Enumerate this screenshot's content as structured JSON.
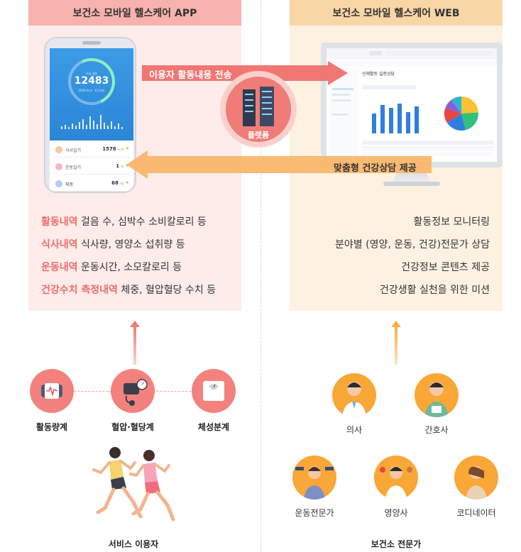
{
  "left_panel": {
    "title": "보건소 모바일 헬스케어 APP",
    "phone": {
      "ring_label": "오늘 걸음",
      "steps": "12483",
      "ring_sub": "2000 kcal · 8.3 km",
      "rows": [
        {
          "label": "식사일기",
          "value": "1576",
          "unit": "kcal",
          "icon_color": "#f8c9a0"
        },
        {
          "label": "운동일기",
          "value": "1",
          "unit": "회",
          "icon_color": "#f7b7c1"
        },
        {
          "label": "체중",
          "value": "68",
          "unit": "kg",
          "icon_color": "#b6c7f2"
        }
      ]
    },
    "features": [
      {
        "title": "활동내역",
        "desc": "걸음 수, 심박수 소비칼로리 등"
      },
      {
        "title": "식사내역",
        "desc": "식사량, 영양소 섭취량 등"
      },
      {
        "title": "운동내역",
        "desc": "운동시간, 소모칼로리 등"
      },
      {
        "title": "건강수치 측정내역",
        "desc": "체중, 혈압혈당 수치 등"
      }
    ]
  },
  "right_panel": {
    "title": "보건소 모바일 헬스케어 WEB",
    "web": {
      "page_title": "선제활동 실증상담",
      "legend": [
        "●",
        "●",
        "●",
        "●"
      ]
    },
    "features": [
      "활동정보 모니터링",
      "분야별 (영양, 운동, 건강)전문가 상담",
      "건강정보 콘텐츠 제공",
      "건강생활 실천을 위한 미션"
    ]
  },
  "flow": {
    "send_label": "이용자 활동내용 전송",
    "recv_label": "맞춤형 건강상담 제공",
    "platform_label": "플랫폼",
    "send_color": "#f0706b",
    "recv_color": "#f9b66a"
  },
  "devices": [
    {
      "label": "활동량계",
      "icon": "smartwatch-icon"
    },
    {
      "label": "혈압·혈당계",
      "icon": "blood-pressure-icon"
    },
    {
      "label": "체성분계",
      "icon": "scale-icon"
    }
  ],
  "service_caption": "서비스 이용자",
  "experts": [
    {
      "label": "의사",
      "icon": "doctor-icon"
    },
    {
      "label": "간호사",
      "icon": "nurse-icon"
    },
    {
      "label": "운동전문가",
      "icon": "fitness-expert-icon"
    },
    {
      "label": "영양사",
      "icon": "nutritionist-icon"
    },
    {
      "label": "코디네이터",
      "icon": "coordinator-icon"
    }
  ],
  "expert_caption": "보건소 전문가"
}
